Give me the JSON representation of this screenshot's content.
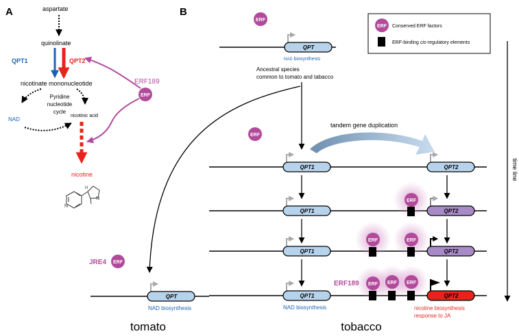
{
  "panels": {
    "a": "A",
    "b": "B"
  },
  "colors": {
    "qpt1": "#1a64b0",
    "qpt2": "#e8231c",
    "erf": "#b24a9c",
    "gene_blue": "#b7d3ec",
    "gene_purple": "#a88bc6",
    "gene_red": "#e8231c",
    "promoter": "#a9a9a9",
    "black": "#000000"
  },
  "pathway": {
    "aspartate": "aspartate",
    "quinolinate": "quinolinate",
    "qpt1": "QPT1",
    "qpt2": "QPT2",
    "nicotinate_mononucleotide": "nicotinate mononucleotide",
    "cycle_line1": "Pyridine",
    "cycle_line2": "nucleotide",
    "cycle_line3": "cycle",
    "nad": "NAD",
    "nicotinic_acid": "nicotinic acid",
    "nicotine": "nicotine",
    "erf189": "ERF189",
    "erf_symbol": "ERF"
  },
  "legend": {
    "conserved": "Conserved ERF factors",
    "elements_pre": "ERF-binding ",
    "elements_italic": "cis",
    "elements_post": "-regulatory elements"
  },
  "genes": {
    "qpt": "QPT",
    "qpt1": "QPT1",
    "qpt2": "QPT2"
  },
  "labels": {
    "nad_prefix": "NAD",
    "biosynthesis": " biosynthesis",
    "ancestral_line1": "Ancestral species",
    "ancestral_line2": "common to tomato and tabacco",
    "tandem": "tandem gene duplication",
    "time_line": "time line",
    "jre4": "JRE4",
    "erf189": "ERF189",
    "nad_biosynthesis": "NAD biosynthesis",
    "nicotine_line1": "nicotine biosynthesis",
    "nicotine_line2": "response to JA",
    "tomato": "tomato",
    "tobacco": "tobacco"
  }
}
